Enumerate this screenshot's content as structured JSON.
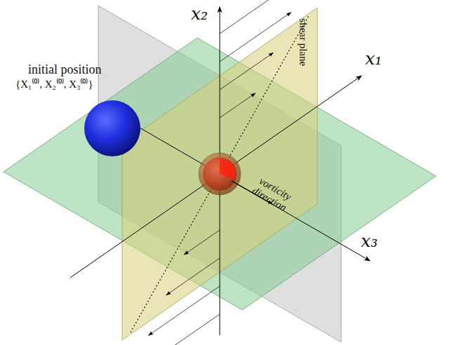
{
  "diagram": {
    "labels": [
      "x₂",
      "x₁",
      "x₃",
      "initial position",
      "{X₁⁽⁰⁾, X₂⁽⁰⁾, X₃⁽⁰⁾}",
      "shear plane",
      "vorticity direction"
    ]
  }
}
